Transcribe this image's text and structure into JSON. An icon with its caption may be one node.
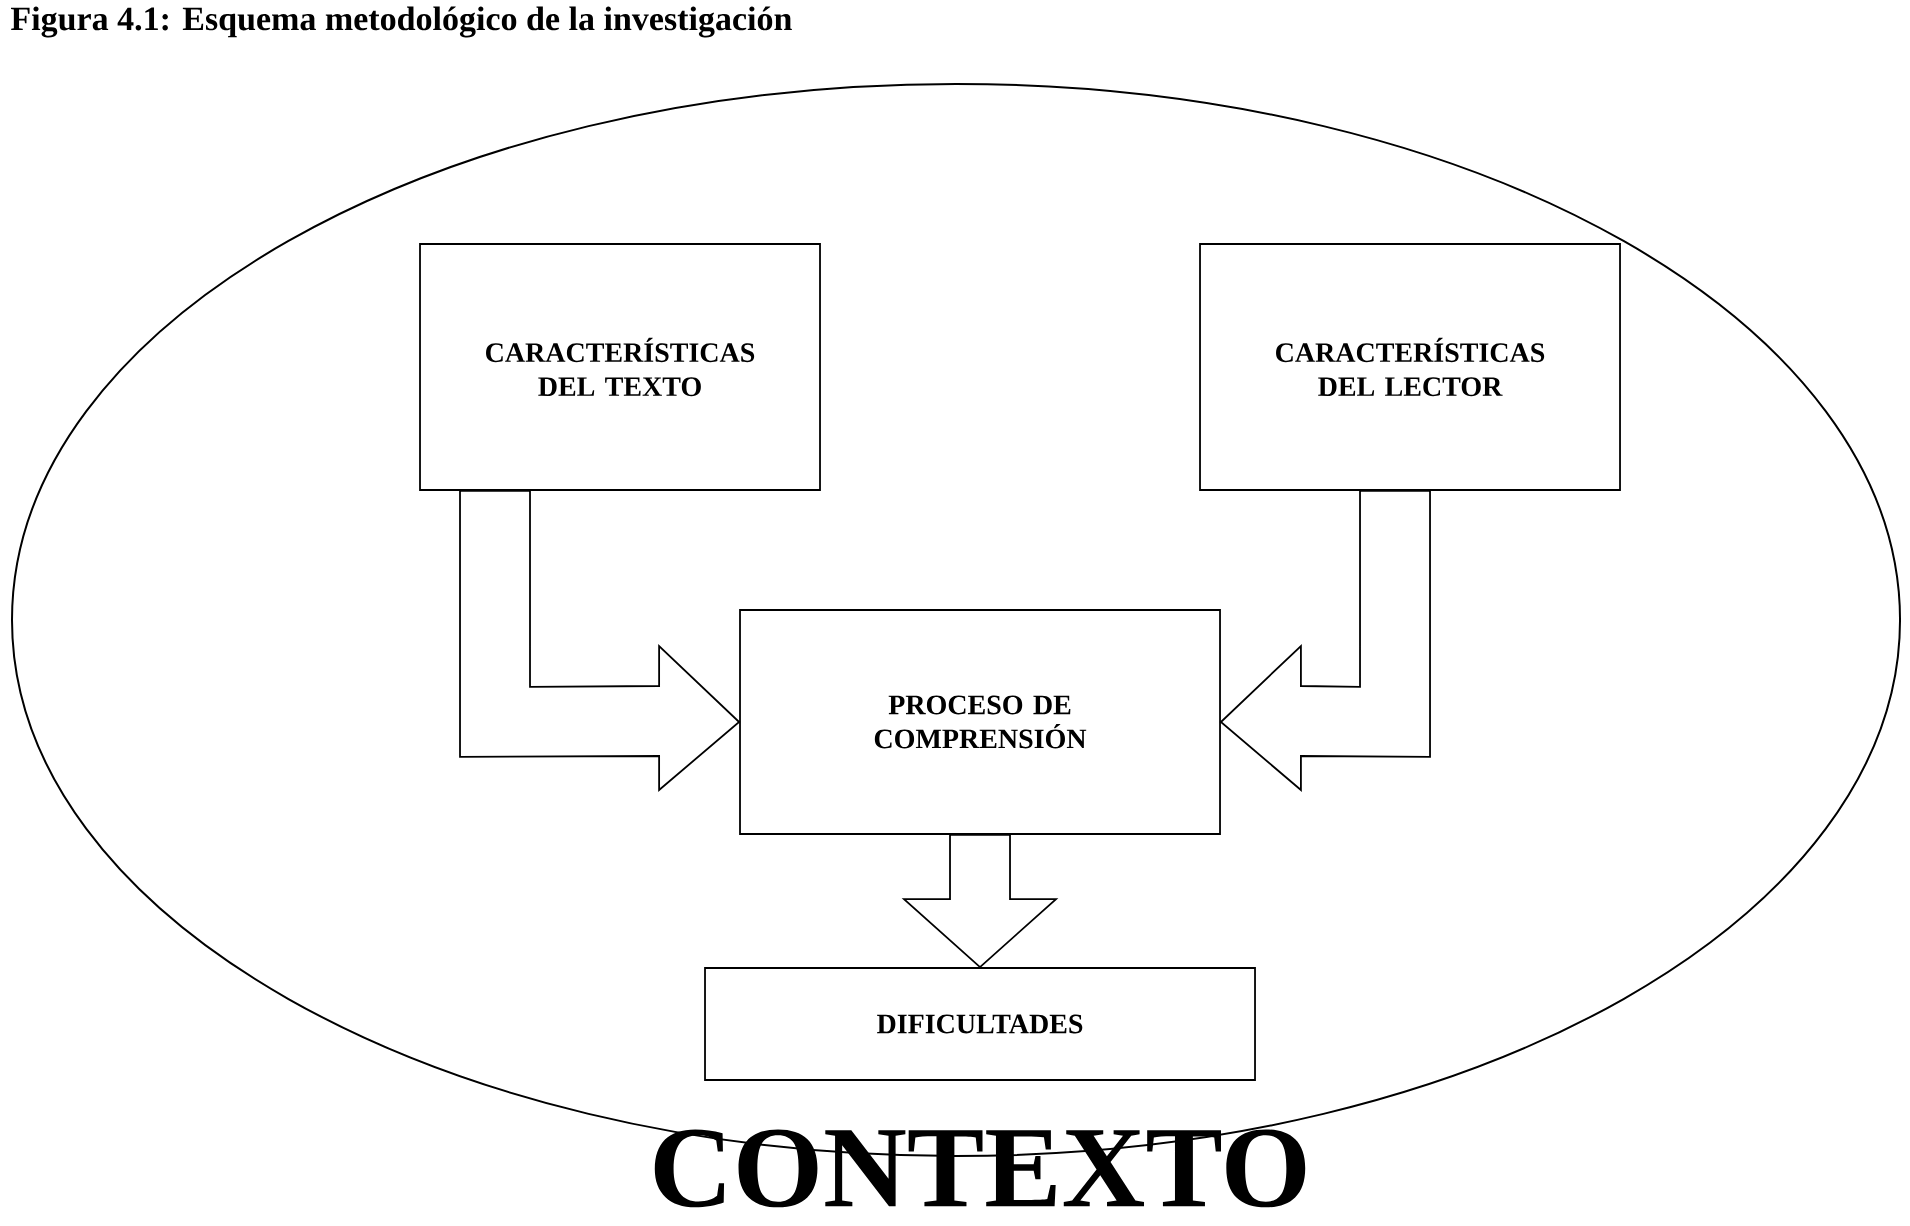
{
  "diagram": {
    "title": "Figura 4.1: Esquema metodológico de la investigación",
    "nodes": [
      {
        "text": [
          "CONTEXTO"
        ]
      },
      {
        "text": [
          "CARACTERÍSTICAS DEL TEXTO"
        ],
        "in": 0
      },
      {
        "text": [
          "CARACTERÍSTICAS DEL LECTOR"
        ],
        "in": 0
      },
      {
        "text": [
          "PROCESO DE COMPRENSIÓN"
        ],
        "in": 0
      },
      {
        "text": [
          "DIFICULTADES"
        ],
        "in": 0
      }
    ],
    "edges": [
      {
        "from": 1,
        "to": 3,
        "arrow": "to"
      },
      {
        "from": 2,
        "to": 3,
        "arrow": "to"
      },
      {
        "from": 3,
        "to": 4,
        "arrow": "to"
      }
    ]
  }
}
